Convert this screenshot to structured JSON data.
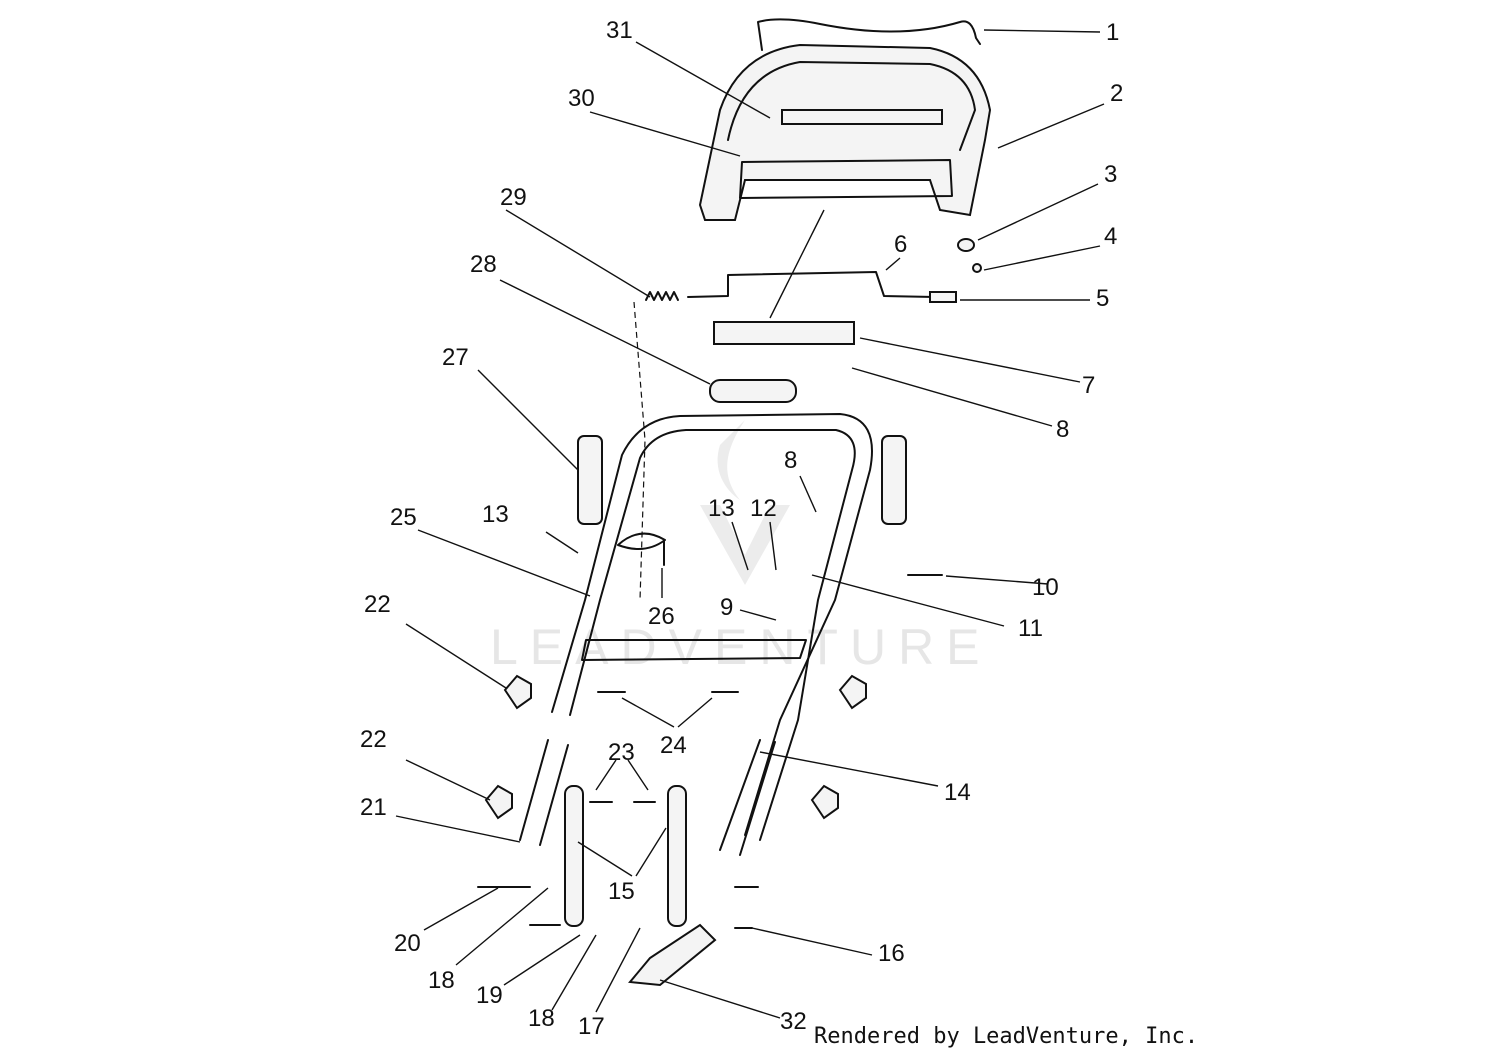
{
  "watermark": "LEADVENTURE",
  "credit": "Rendered by LeadVenture, Inc.",
  "callouts": [
    "1",
    "2",
    "3",
    "4",
    "5",
    "6",
    "7",
    "8",
    "8",
    "9",
    "10",
    "11",
    "12",
    "13",
    "13",
    "14",
    "15",
    "16",
    "17",
    "18",
    "18",
    "19",
    "20",
    "21",
    "22",
    "22",
    "23",
    "24",
    "25",
    "26",
    "27",
    "28",
    "29",
    "30",
    "31",
    "32"
  ]
}
